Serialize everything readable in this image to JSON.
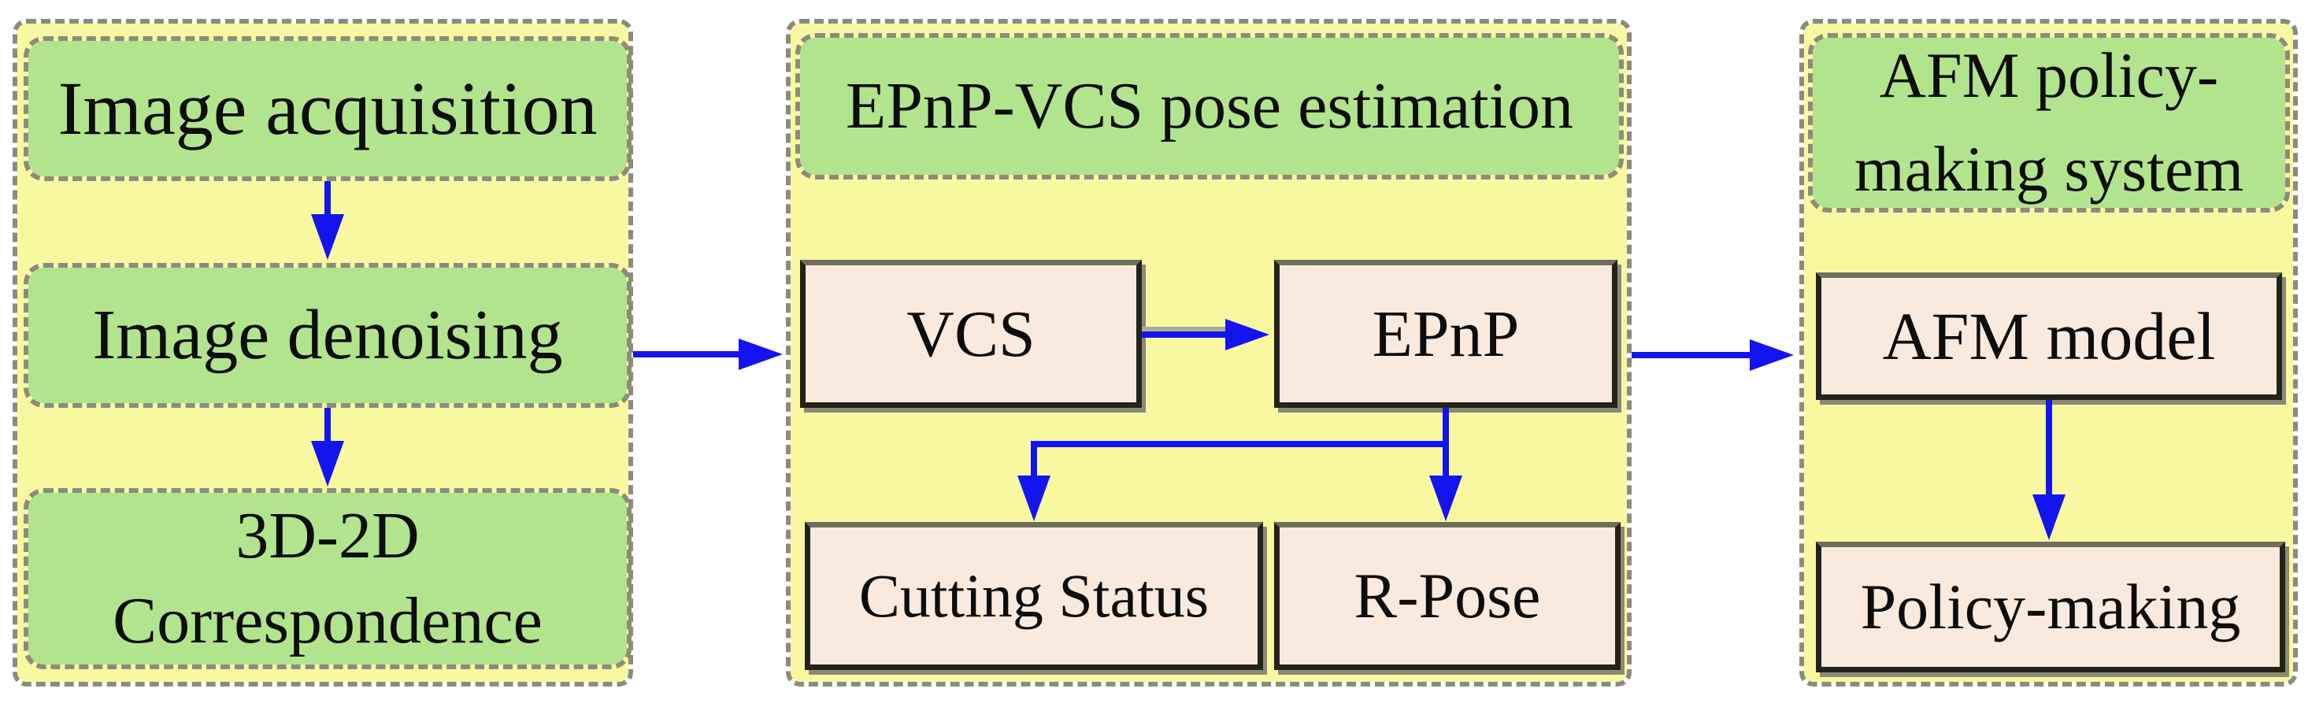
{
  "colors": {
    "panel-yellow": "#f8f8a1",
    "box-green": "#b2e48e",
    "box-pink": "#faeadd",
    "arrow-blue": "#1414f0",
    "dash-gray": "#8c8c7c",
    "border-dark": "#23231a",
    "bevel-gray": "#6f6f5c",
    "shadow-gray": "#8a8a76",
    "text": "#0d0d0d"
  },
  "panels": {
    "left": {
      "acquisition": "Image acquisition",
      "denoising": "Image denoising",
      "correspondence": "3D-2D\nCorrespondence"
    },
    "middle": {
      "header": "EPnP-VCS pose estimation",
      "vcs": "VCS",
      "epnp": "EPnP",
      "cutting_status": "Cutting Status",
      "r_pose": "R-Pose"
    },
    "right": {
      "header": "AFM policy-\nmaking system",
      "afm_model": "AFM model",
      "policy_making": "Policy-making"
    }
  }
}
